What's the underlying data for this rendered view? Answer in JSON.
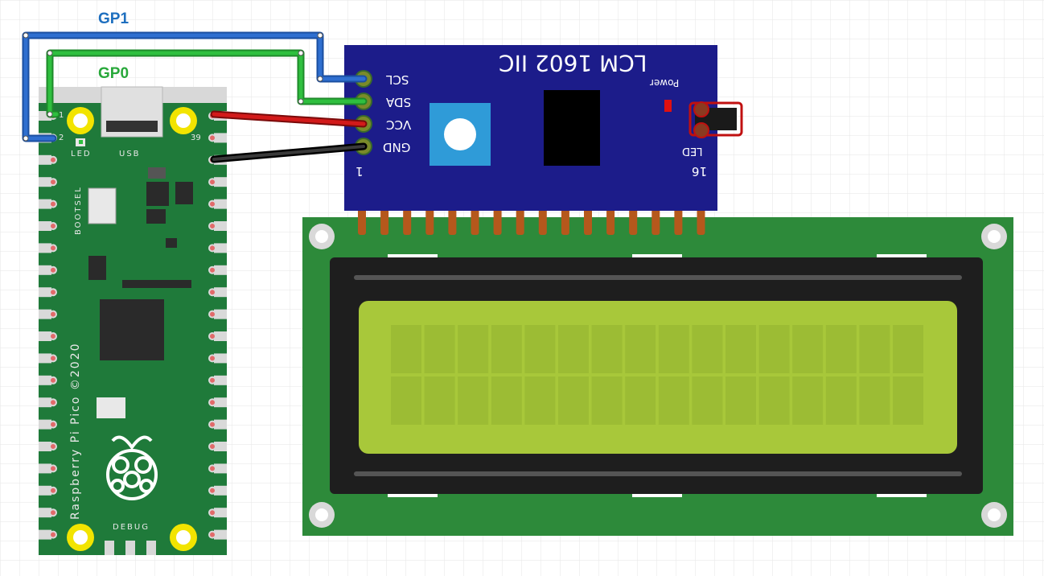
{
  "wire_labels": {
    "gp1": "GP1",
    "gp0": "GP0"
  },
  "pico": {
    "board_text": "Raspberry Pi Pico ©2020",
    "bootsel": "BOOTSEL",
    "usb": "USB",
    "led": "LED",
    "debug": "DEBUG",
    "pin1": "1",
    "pin2": "2",
    "pin39": "39"
  },
  "i2c_module": {
    "title": "LCM 1602 IIC",
    "power": "Power",
    "led": "LED",
    "pins": [
      "SCL",
      "SDA",
      "VCC",
      "GND"
    ],
    "pin_first": "1",
    "pin_last": "16"
  },
  "colors": {
    "gp1_wire": "#2f6fd0",
    "gp0_wire": "#2fbf3f",
    "vcc_wire": "#c01010",
    "gnd_wire": "#202020",
    "pico_board": "#1f7a3a",
    "i2c_board": "#1c1c8a",
    "lcd_board": "#2d8a3a",
    "lcd_screen": "#a8c83a"
  }
}
